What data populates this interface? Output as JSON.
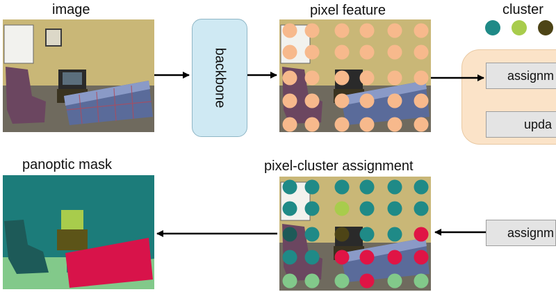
{
  "labels": {
    "image": "image",
    "pixel_feature": "pixel feature",
    "cluster": "cluster",
    "panoptic_mask": "panoptic mask",
    "pixel_cluster_assignment": "pixel-cluster assignment"
  },
  "backbone_label": "backbone",
  "module": {
    "assignment_label": "assignm",
    "update_label": "upda"
  },
  "bottom_box_label": "assignm",
  "colors": {
    "feature_dot": "#f7b98c",
    "cluster_teal": "#1f8a87",
    "cluster_lightgreen": "#a8cc4c",
    "cluster_olive": "#4d4416",
    "cluster_red": "#e01445",
    "cluster_green": "#82c98a",
    "mask_background": "#1c7c7a",
    "mask_floor": "#82c98a",
    "mask_sofa": "#d8134a",
    "mask_chair": "#1d5a58",
    "mask_tv": "#a8cc4c",
    "mask_table": "#5c5418",
    "backbone_fill": "#cfe9f3",
    "module_fill": "#fbe3c8"
  },
  "assignment_grid": [
    [
      "teal",
      "teal",
      "teal",
      "teal",
      "teal",
      "teal"
    ],
    [
      "teal",
      "teal",
      "lightgreen",
      "teal",
      "teal",
      "teal"
    ],
    [
      "chair",
      "teal",
      "olive",
      "teal",
      "teal",
      "red"
    ],
    [
      "teal",
      "teal",
      "red",
      "red",
      "red",
      "red"
    ],
    [
      "green",
      "green",
      "green",
      "red",
      "green",
      "green"
    ]
  ]
}
